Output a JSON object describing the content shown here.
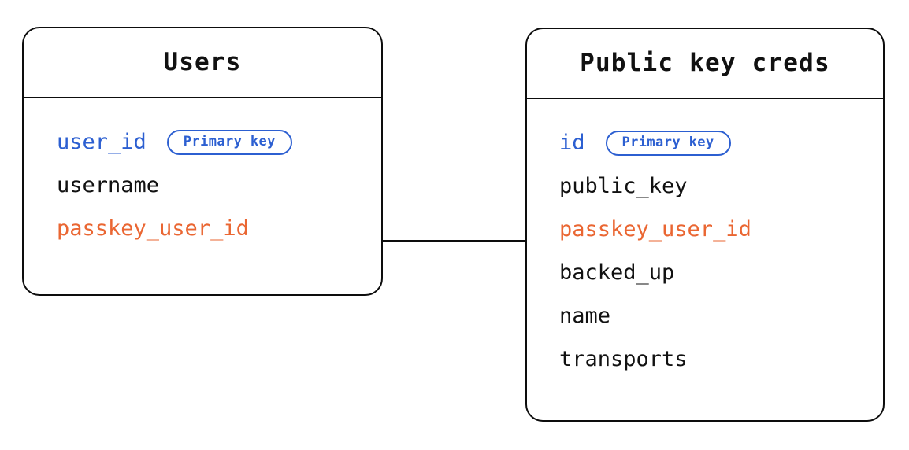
{
  "diagram": {
    "type": "entity-relationship-diagram",
    "background_color": "#ffffff",
    "colors": {
      "border": "#0d0d0d",
      "text": "#111111",
      "primary_key": "#2c5fd1",
      "foreign_key": "#ea6632"
    },
    "entities": [
      {
        "id": "users",
        "title": "Users",
        "fields": [
          {
            "name": "user_id",
            "role": "primary_key",
            "badge": "Primary key"
          },
          {
            "name": "username",
            "role": "plain",
            "badge": null
          },
          {
            "name": "passkey_user_id",
            "role": "foreign_key",
            "badge": null
          }
        ]
      },
      {
        "id": "public_key_creds",
        "title": "Public key creds",
        "fields": [
          {
            "name": "id",
            "role": "primary_key",
            "badge": "Primary key"
          },
          {
            "name": "public_key",
            "role": "plain",
            "badge": null
          },
          {
            "name": "passkey_user_id",
            "role": "foreign_key",
            "badge": null
          },
          {
            "name": "backed_up",
            "role": "plain",
            "badge": null
          },
          {
            "name": "name",
            "role": "plain",
            "badge": null
          },
          {
            "name": "transports",
            "role": "plain",
            "badge": null
          }
        ]
      }
    ],
    "relationships": [
      {
        "from_entity": "users",
        "from_field": "passkey_user_id",
        "to_entity": "public_key_creds",
        "to_field": "passkey_user_id",
        "style": "straight-line",
        "label": ""
      }
    ]
  }
}
